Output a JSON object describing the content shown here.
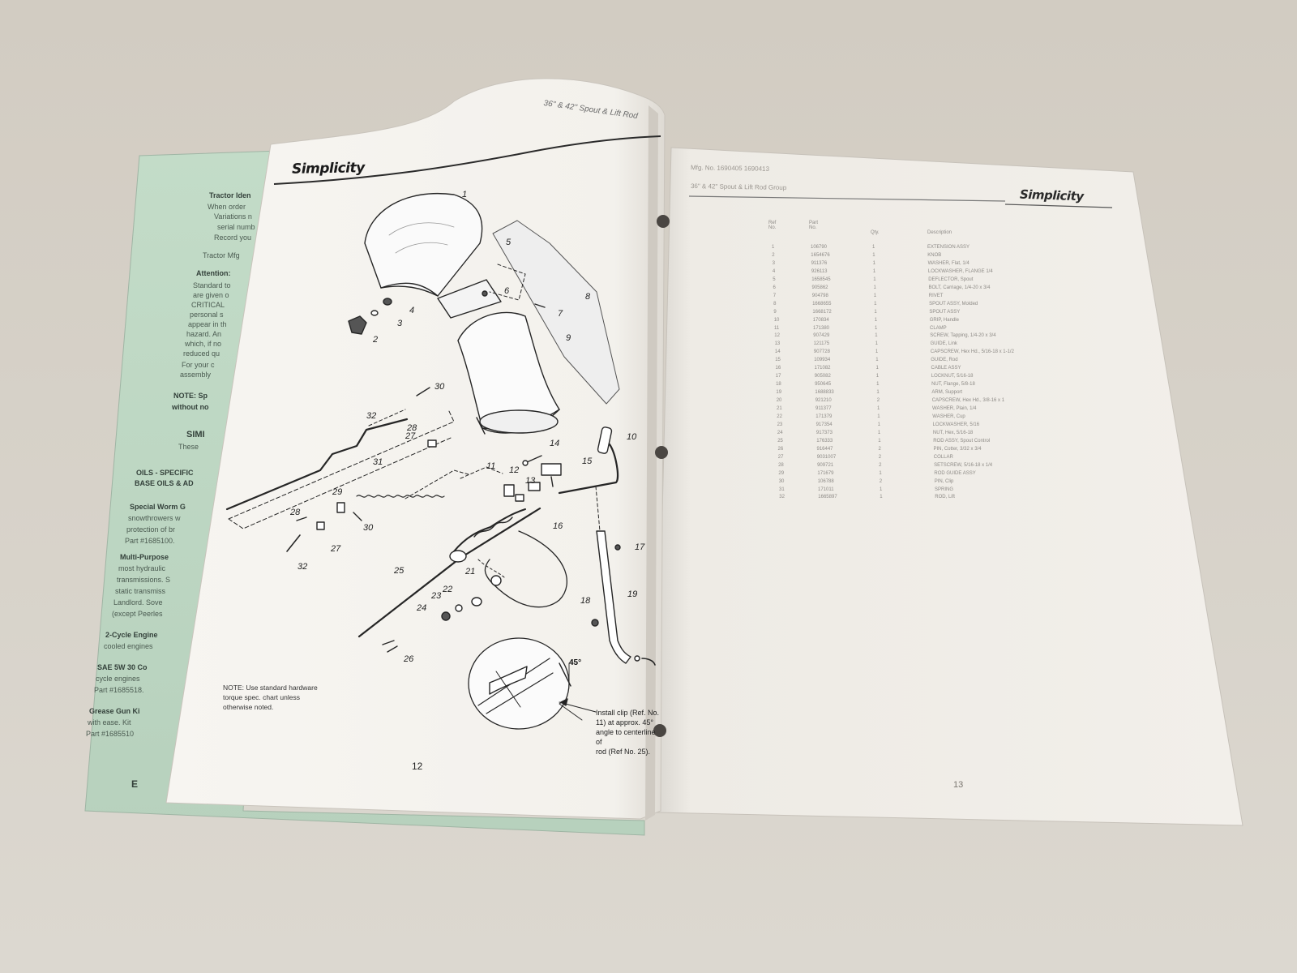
{
  "left_page": {
    "logo": "Simplicity",
    "header": "36\" & 42\" Spout & Lift Rod",
    "note": [
      "NOTE: Use standard hardware",
      "torque spec. chart unless",
      "otherwise noted."
    ],
    "install_note": [
      "Install clip (Ref. No.",
      "11) at approx. 45°",
      "angle to centerline of",
      "rod (Ref No. 25)."
    ],
    "angle_label": "45°",
    "page_number": "12",
    "callouts": [
      "1",
      "2",
      "3",
      "4",
      "5",
      "6",
      "7",
      "8",
      "9",
      "10",
      "11",
      "12",
      "13",
      "14",
      "15",
      "16",
      "17",
      "18",
      "19",
      "21",
      "22",
      "23",
      "24",
      "25",
      "26",
      "27",
      "28",
      "29",
      "30",
      "31",
      "32"
    ]
  },
  "right_page": {
    "mfg": "Mfg. No. 1690405  1690413",
    "header": "36\" & 42\" Spout & Lift Rod Group",
    "logo": "Simplicity",
    "page_number": "13",
    "columns": [
      "Ref\nNo.",
      "Part\nNo.",
      "Qty.",
      "Description"
    ],
    "rows": [
      [
        "1",
        "106790",
        "1",
        "EXTENSION ASSY"
      ],
      [
        "2",
        "1654676",
        "1",
        "KNOB"
      ],
      [
        "3",
        "911376",
        "1",
        "WASHER, Flat, 1/4"
      ],
      [
        "4",
        "926113",
        "1",
        "LOCKWASHER, FLANGE 1/4"
      ],
      [
        "5",
        "1658545",
        "1",
        "DEFLECTOR, Spout"
      ],
      [
        "6",
        "905862",
        "1",
        "BOLT, Carriage, 1/4-20 x 3/4"
      ],
      [
        "7",
        "904798",
        "1",
        "RIVET"
      ],
      [
        "8",
        "1668655",
        "1",
        "SPOUT ASSY, Molded"
      ],
      [
        "9",
        "1668172",
        "1",
        "SPOUT ASSY"
      ],
      [
        "10",
        "170834",
        "1",
        "GRIP, Handle"
      ],
      [
        "11",
        "171380",
        "1",
        "CLAMP"
      ],
      [
        "12",
        "907429",
        "1",
        "SCREW, Tapping, 1/4-20 x 3/4"
      ],
      [
        "13",
        "121175",
        "1",
        "GUIDE, Link"
      ],
      [
        "14",
        "907728",
        "1",
        "CAPSCREW, Hex Hd., 5/16-18 x 1-1/2"
      ],
      [
        "15",
        "109934",
        "1",
        "GUIDE, Rod"
      ],
      [
        "16",
        "171082",
        "1",
        "CABLE ASSY"
      ],
      [
        "17",
        "905082",
        "1",
        "LOCKNUT, 5/16-18"
      ],
      [
        "18",
        "950645",
        "1",
        "NUT, Flange, 5/8-18"
      ],
      [
        "19",
        "1688833",
        "1",
        "ARM, Support"
      ],
      [
        "20",
        "921210",
        "2",
        "CAPSCREW, Hex Hd., 3/8-16 x 1"
      ],
      [
        "21",
        "911377",
        "1",
        "WASHER, Plain, 1/4"
      ],
      [
        "22",
        "171379",
        "1",
        "WASHER, Cup"
      ],
      [
        "23",
        "917354",
        "1",
        "LOCKWASHER, 5/16"
      ],
      [
        "24",
        "917373",
        "1",
        "NUT, Hex, 5/16-18"
      ],
      [
        "25",
        "176333",
        "1",
        "ROD ASSY, Spout Control"
      ],
      [
        "26",
        "916447",
        "2",
        "PIN, Cotter, 3/32 x 3/4"
      ],
      [
        "27",
        "9031007",
        "2",
        "COLLAR"
      ],
      [
        "28",
        "909721",
        "2",
        "SETSCREW, 5/16-18 x 1/4"
      ],
      [
        "29",
        "171679",
        "1",
        "ROD GUIDE ASSY"
      ],
      [
        "30",
        "106788",
        "2",
        "PIN, Clip"
      ],
      [
        "31",
        "171011",
        "1",
        "SPRING"
      ],
      [
        "32",
        "1665897",
        "1",
        "ROD, Lift"
      ]
    ]
  },
  "back_page": {
    "lines": [
      {
        "text": "Tractor Iden",
        "bold": true
      },
      {
        "text": "When order",
        "bold": false
      },
      {
        "text": "Variations n",
        "bold": false
      },
      {
        "text": "serial numb",
        "bold": false
      },
      {
        "text": "Record you",
        "bold": false
      },
      {
        "text": "Tractor Mfg",
        "bold": false
      },
      {
        "text": "Attention:",
        "bold": true
      },
      {
        "text": "Standard to",
        "bold": false
      },
      {
        "text": "are given o",
        "bold": false
      },
      {
        "text": "CRITICAL",
        "bold": false
      },
      {
        "text": "personal s",
        "bold": false
      },
      {
        "text": "appear in th",
        "bold": false
      },
      {
        "text": "hazard. An",
        "bold": false
      },
      {
        "text": "which, if no",
        "bold": false
      },
      {
        "text": "reduced qu",
        "bold": false
      },
      {
        "text": "For your c",
        "bold": false
      },
      {
        "text": "assembly",
        "bold": false
      },
      {
        "text": "NOTE: Sp",
        "bold": true
      },
      {
        "text": "without no",
        "bold": true
      },
      {
        "text": "SIMI",
        "bold": true
      },
      {
        "text": "These",
        "bold": false
      },
      {
        "text": "OILS - SPECIFIC",
        "bold": true
      },
      {
        "text": "BASE OILS & AD",
        "bold": true
      },
      {
        "text": "Special Worm G",
        "bold": true
      },
      {
        "text": "snowthrowers w",
        "bold": false
      },
      {
        "text": "protection of br",
        "bold": false
      },
      {
        "text": "Part #1685100.",
        "bold": false
      },
      {
        "text": "Multi-Purpose",
        "bold": true
      },
      {
        "text": "most hydraulic",
        "bold": false
      },
      {
        "text": "transmissions. S",
        "bold": false
      },
      {
        "text": "static transmiss",
        "bold": false
      },
      {
        "text": "Landlord. Sove",
        "bold": false
      },
      {
        "text": "(except Peerles",
        "bold": false
      },
      {
        "text": "2-Cycle Engine",
        "bold": true
      },
      {
        "text": "cooled engines",
        "bold": false
      },
      {
        "text": "SAE 5W 30 Co",
        "bold": true
      },
      {
        "text": "cycle engines",
        "bold": false
      },
      {
        "text": "Part #1685518.",
        "bold": false
      },
      {
        "text": "Grease Gun Ki",
        "bold": true
      },
      {
        "text": "with ease. Kit",
        "bold": false
      },
      {
        "text": "Part #1685510",
        "bold": false
      },
      {
        "text": "E",
        "bold": true
      }
    ]
  },
  "colors": {
    "table": "#d6d2cc",
    "green_cover": "#bcd6c2",
    "page": "#f6f4ef",
    "page_right": "#efece6"
  }
}
